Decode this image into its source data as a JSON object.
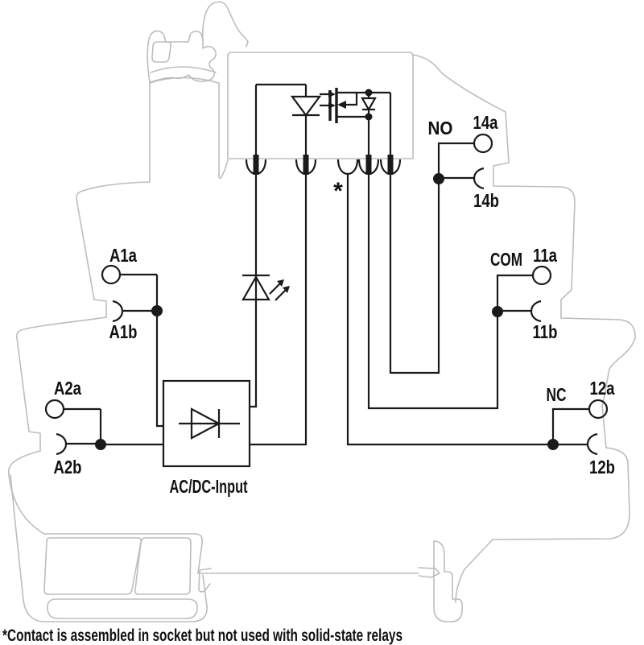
{
  "diagram": {
    "type": "relay-module-wiring-diagram",
    "labels": {
      "a1a": "A1a",
      "a1b": "A1b",
      "a2a": "A2a",
      "a2b": "A2b",
      "no": "NO",
      "com": "COM",
      "nc": "NC",
      "t14a": "14a",
      "t14b": "14b",
      "t11a": "11a",
      "t11b": "11b",
      "t12a": "12a",
      "t12b": "12b",
      "acdc": "AC/DC-Input",
      "asterisk": "*"
    },
    "footnote": "*Contact is assembled in socket but not used with solid-state relays",
    "symbols": {
      "opto_led": "led-diode-with-light-arrows",
      "photomos": "mosfet-output-transistor",
      "protection_diode": "diode-across-output",
      "indicator_led": "flashing-led",
      "rectifier": "acdc-input-diode-box",
      "socket_contact": "tulip-socket-contact",
      "terminal_a": "round-screw-terminal",
      "terminal_b": "spring-socket-terminal",
      "junction": "filled-junction-dot"
    },
    "colors": {
      "circuit": "#1a1a1a",
      "housing": "#bdbdbd",
      "background": "#ffffff"
    }
  }
}
